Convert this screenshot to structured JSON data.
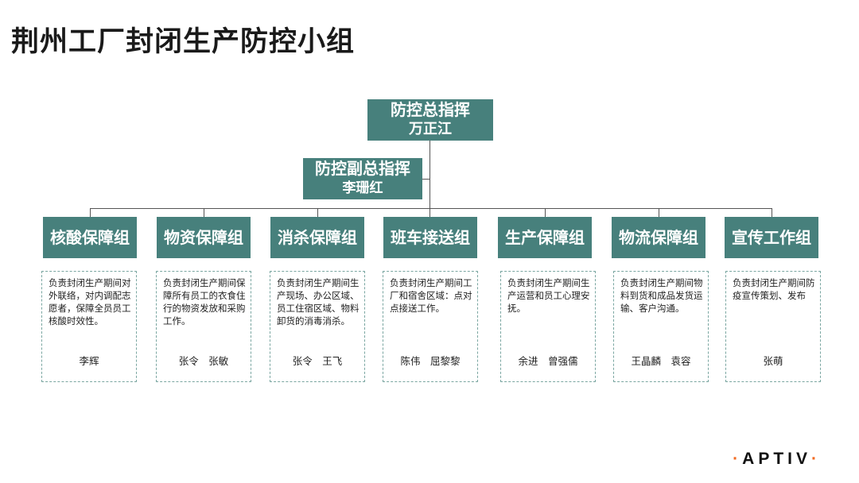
{
  "title": "荆州工厂封闭生产防控小组",
  "chief": {
    "role": "防控总指挥",
    "name": "万正江"
  },
  "deputy": {
    "role": "防控副总指挥",
    "name": "李珊红"
  },
  "groups": [
    {
      "name": "核酸保障组",
      "desc": "负责封闭生产期间对外联络，对内调配志愿者，保障全员员工核酸时效性。",
      "people": "李辉"
    },
    {
      "name": "物资保障组",
      "desc": "负责封闭生产期间保障所有员工的衣食住行的物资发放和采购工作。",
      "people": "张令　张敏"
    },
    {
      "name": "消杀保障组",
      "desc": "负责封闭生产期间生产现场、办公区域、员工住宿区域、物料卸货的消毒消杀。",
      "people": "张令　王飞"
    },
    {
      "name": "班车接送组",
      "desc": "负责封闭生产期间工厂和宿舍区域：点对点接送工作。",
      "people": "陈伟　屈黎黎"
    },
    {
      "name": "生产保障组",
      "desc": "负责封闭生产期间生产运营和员工心理安抚。",
      "people": "余进　曾强儒"
    },
    {
      "name": "物流保障组",
      "desc": "负责封闭生产期间物料到货和成品发货运输、客户沟通。",
      "people": "王晶麟　袁容"
    },
    {
      "name": "宣传工作组",
      "desc": "负责封闭生产期间防疫宣传策划、发布",
      "people": "张萌"
    }
  ],
  "logo": {
    "pre": "·",
    "text": "APTIV",
    "post": "·"
  },
  "colors": {
    "box": "#47807c",
    "logo_dot": "#f26a21"
  }
}
